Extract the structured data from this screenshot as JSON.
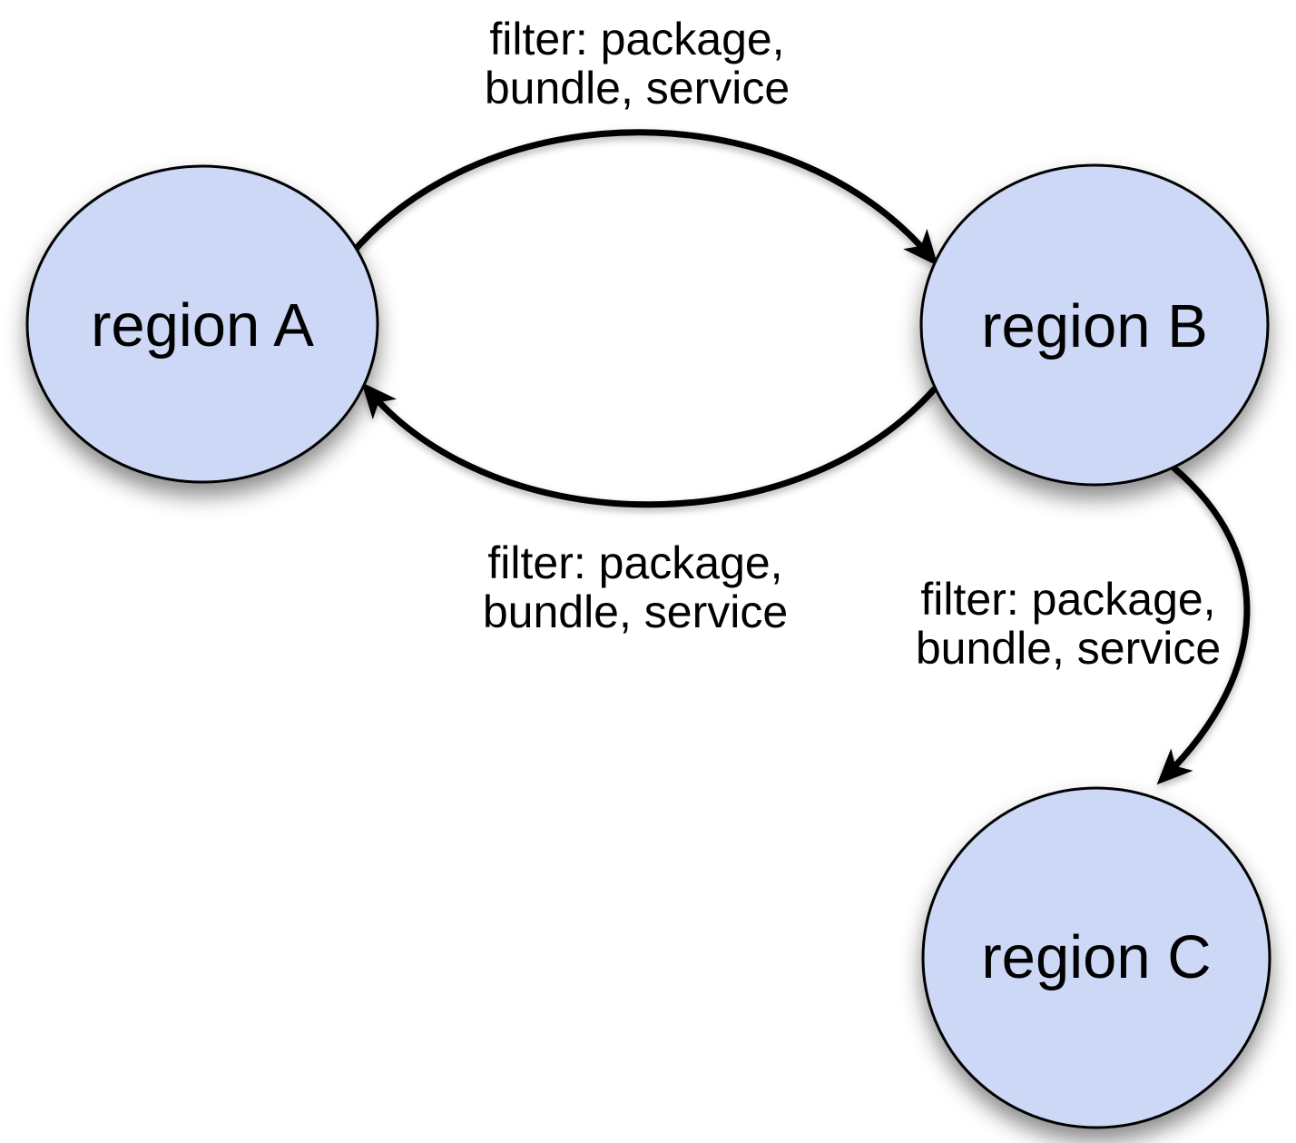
{
  "diagram": {
    "type": "directed-graph",
    "colors": {
      "background": "#ffffff",
      "node_fill": "#ccd8f6",
      "node_stroke": "#000000",
      "edge_stroke": "#000000",
      "text": "#000000"
    },
    "nodes": {
      "a": {
        "label": "region A"
      },
      "b": {
        "label": "region B"
      },
      "c": {
        "label": "region C"
      }
    },
    "edges": {
      "a_to_b": {
        "from": "region A",
        "to": "region B",
        "label_line1": "filter: package,",
        "label_line2": "bundle, service"
      },
      "b_to_a": {
        "from": "region B",
        "to": "region A",
        "label_line1": "filter: package,",
        "label_line2": "bundle, service"
      },
      "b_to_c": {
        "from": "region B",
        "to": "region C",
        "label_line1": "filter: package,",
        "label_line2": "bundle, service"
      }
    }
  }
}
